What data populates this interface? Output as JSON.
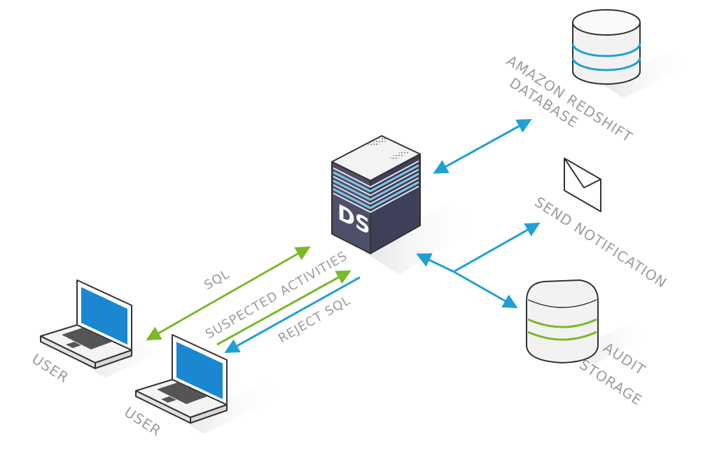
{
  "nodes": {
    "server": {
      "label": "DS"
    },
    "database": {
      "label_line1": "AMAZON REDSHIFT",
      "label_line2": "DATABASE"
    },
    "notification": {
      "label": "SEND NOTIFICATION"
    },
    "audit": {
      "label_line1": "AUDIT",
      "label_line2": "STORAGE"
    },
    "user_left": {
      "label": "USER"
    },
    "user_front": {
      "label": "USER"
    }
  },
  "flows": {
    "sql": "SQL",
    "suspected": "SUSPECTED ACTIVITIES",
    "reject": "REJECT SQL"
  },
  "colors": {
    "blue": "#1f9fd6",
    "green": "#7ab929",
    "label": "#9a9ca0",
    "server_front": "#4e4f6a",
    "screen": "#1a87d0"
  }
}
